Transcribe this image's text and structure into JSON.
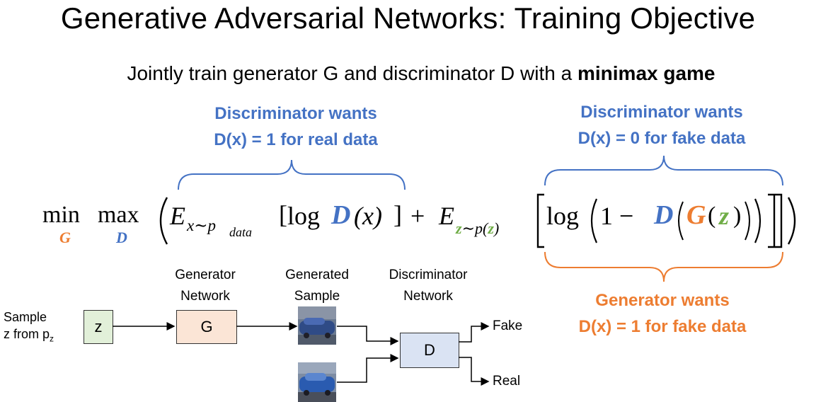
{
  "slide": {
    "title": "Generative Adversarial Networks: Training Objective",
    "subtitle_prefix": "Jointly train generator G and discriminator D with a ",
    "subtitle_bold": "minimax game"
  },
  "annotations": {
    "disc_real_line1": "Discriminator wants",
    "disc_real_line2": "D(x) = 1 for real data",
    "disc_fake_line1": "Discriminator wants",
    "disc_fake_line2": "D(x) = 0 for fake data",
    "gen_line1": "Generator wants",
    "gen_line2": "D(x) = 1 for fake data"
  },
  "equation": {
    "min": "min",
    "min_sub": "G",
    "max": "max",
    "max_sub": "D",
    "expect1": "E",
    "expect1_sub": "x∼p",
    "expect1_subsub": "data",
    "log1": "log",
    "D": "D",
    "x": "(x)",
    "plus": "+",
    "expect2": "E",
    "expect2_sub_z": "z",
    "expect2_sub_rest": "∼p(",
    "expect2_sub_z2": "z",
    "expect2_sub_close": ")",
    "log2": "log",
    "one_minus": "1 −",
    "D2": "D",
    "G": "G",
    "z": "z"
  },
  "diagram": {
    "sample_label_line1": "Sample",
    "sample_label_line2": "z from p",
    "sample_label_sub": "z",
    "z_box": "z",
    "generator_label_line1": "Generator",
    "generator_label_line2": "Network",
    "g_box": "G",
    "generated_label_line1": "Generated",
    "generated_label_line2": "Sample",
    "discriminator_label_line1": "Discriminator",
    "discriminator_label_line2": "Network",
    "d_box": "D",
    "out_fake": "Fake",
    "out_real": "Real"
  },
  "colors": {
    "blue": "#4472C4",
    "orange": "#ED7D31",
    "green": "#70AD47",
    "z_box_fill": "#E2F0D9",
    "g_box_fill": "#FBE5D6",
    "d_box_fill": "#DAE3F3"
  }
}
